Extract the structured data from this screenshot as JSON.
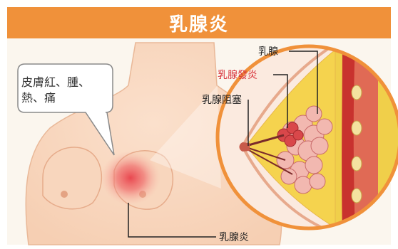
{
  "title": "乳腺炎",
  "callout": {
    "text": "皮膚紅、腫、熱、痛"
  },
  "labels": {
    "mammary_gland": "乳腺",
    "mastitis_red": "乳腺發炎",
    "duct_blockage": "乳腺阻塞",
    "bottom_mastitis": "乳腺炎"
  },
  "colors": {
    "title_bg": "#f0913a",
    "circle_border": "#f0913a",
    "highlight_red": "#d8333b"
  }
}
